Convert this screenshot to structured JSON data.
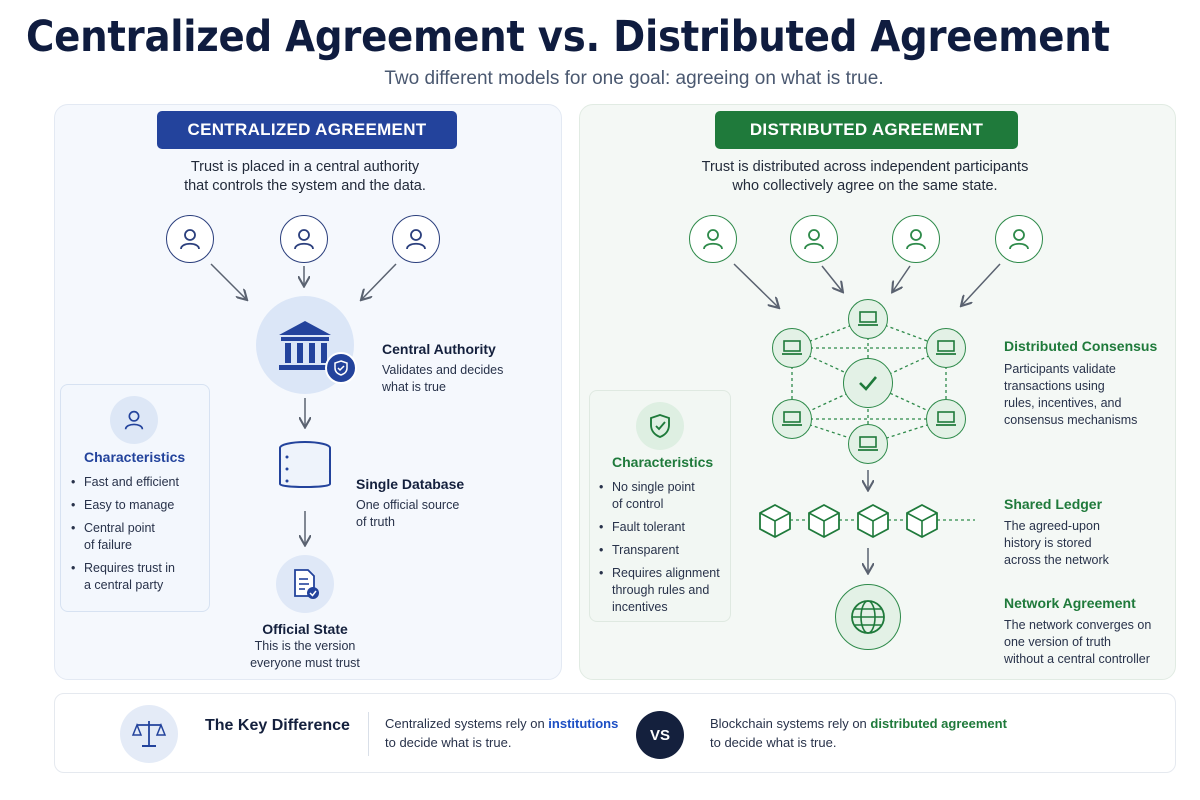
{
  "title": "Centralized Agreement vs. Distributed Agreement",
  "subtitle": "Two different models for one goal: agreeing on what is true.",
  "left": {
    "badge": "CENTRALIZED AGREEMENT",
    "desc_line1": "Trust is placed in a central authority",
    "desc_line2": "that controls the system and the data.",
    "authority": {
      "title": "Central Authority",
      "line1": "Validates and decides",
      "line2": "what is true"
    },
    "database": {
      "title": "Single Database",
      "line1": "One official source",
      "line2": "of truth"
    },
    "state": {
      "title": "Official State",
      "line1": "This is the version",
      "line2": "everyone must trust"
    },
    "characteristics": {
      "title": "Characteristics",
      "items": [
        [
          "Fast and efficient"
        ],
        [
          "Easy to manage"
        ],
        [
          "Central point",
          "of failure"
        ],
        [
          "Requires trust in",
          "a central party"
        ]
      ]
    }
  },
  "right": {
    "badge": "DISTRIBUTED AGREEMENT",
    "desc_line1": "Trust is distributed across independent participants",
    "desc_line2": "who collectively agree on the same state.",
    "consensus": {
      "title": "Distributed Consensus",
      "lines": [
        "Participants validate",
        "transactions using",
        "rules, incentives, and",
        "consensus mechanisms"
      ]
    },
    "ledger": {
      "title": "Shared Ledger",
      "lines": [
        "The agreed-upon",
        "history is stored",
        "across the network"
      ]
    },
    "network": {
      "title": "Network Agreement",
      "lines": [
        "The network converges on",
        "one version of truth",
        "without a central controller"
      ]
    },
    "characteristics": {
      "title": "Characteristics",
      "items": [
        [
          "No single point",
          "of control"
        ],
        [
          "Fault tolerant"
        ],
        [
          "Transparent"
        ],
        [
          "Requires alignment",
          "through rules and",
          "incentives"
        ]
      ]
    }
  },
  "bottom": {
    "title": "The Key Difference",
    "vs": "VS",
    "left_pre": "Centralized systems rely on ",
    "left_highlight": "institutions",
    "left_line2": "to decide what is true.",
    "right_pre": "Blockchain systems rely on ",
    "right_highlight": "distributed agreement",
    "right_line2": "to decide what is true."
  },
  "colors": {
    "navy": "#23439c",
    "green": "#1f7a3b",
    "title": "#0f1c3f"
  }
}
